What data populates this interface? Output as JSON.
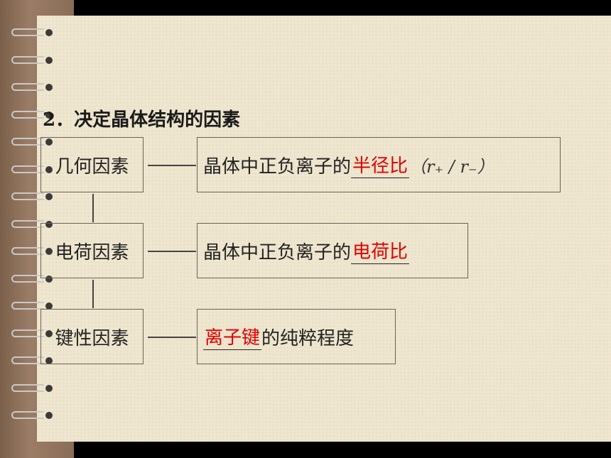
{
  "title": "2．决定晶体结构的因素",
  "rows": [
    {
      "factor": "几何因素",
      "text_before": "晶体中正负离子的",
      "highlight": "半径比",
      "text_after": "（r₊ / r₋）"
    },
    {
      "factor": "电荷因素",
      "text_before": "晶体中正负离子的",
      "highlight": "电荷比",
      "text_after": ""
    },
    {
      "factor": "键性因素",
      "text_before": "",
      "highlight": "离子键",
      "text_after": "的纯粹程度"
    }
  ],
  "colors": {
    "highlight": "#e00000",
    "paper": "#efe6cf"
  }
}
